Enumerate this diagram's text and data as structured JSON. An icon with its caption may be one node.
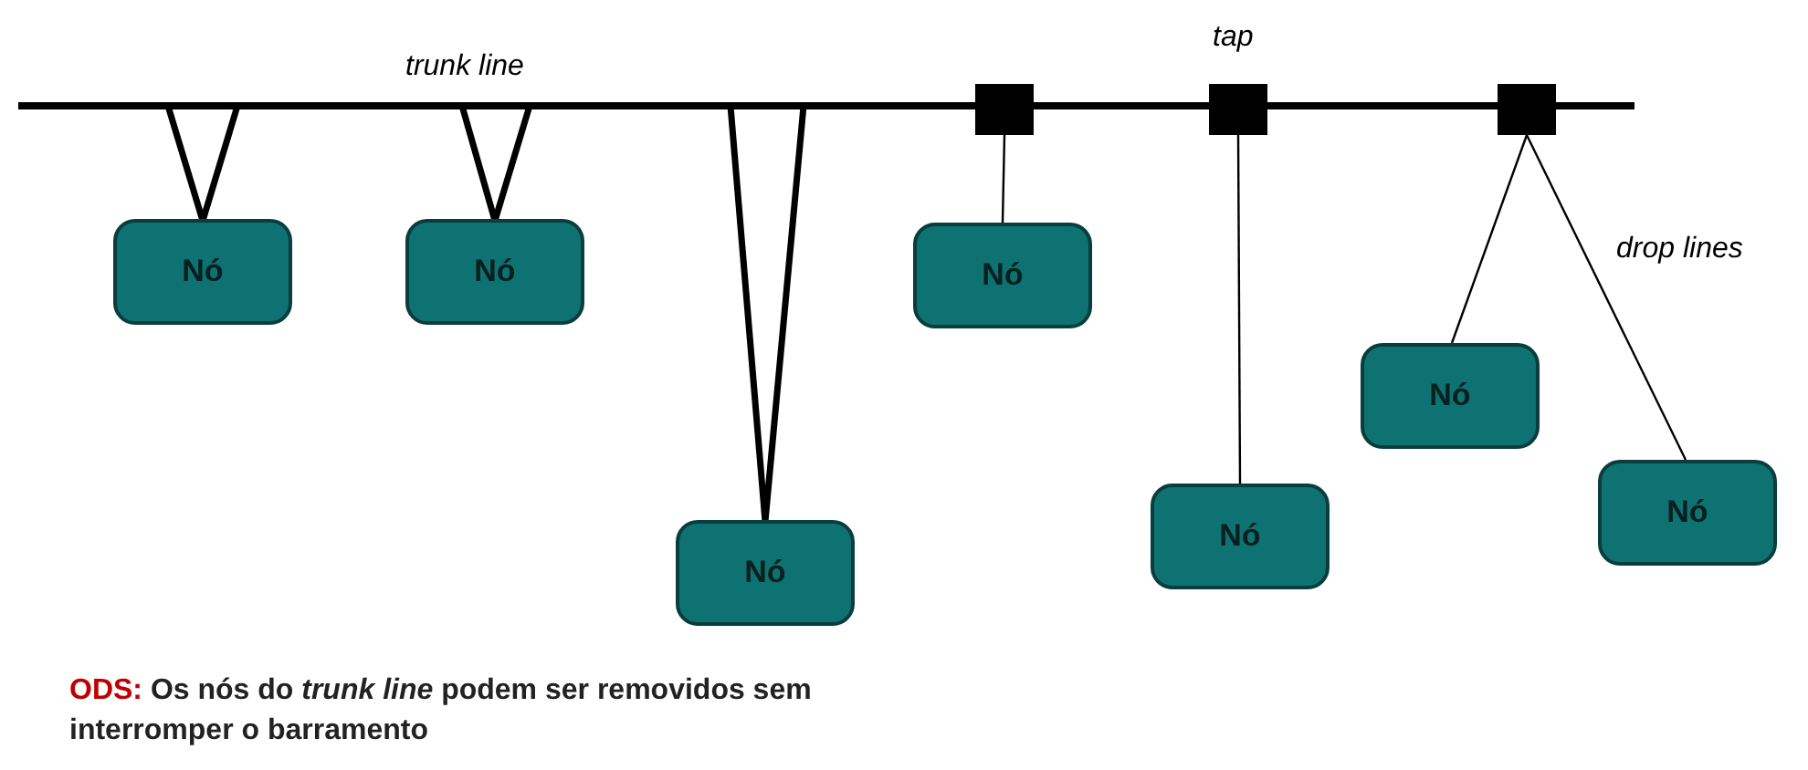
{
  "diagram": {
    "nodes": [
      {
        "text": [
          "Nó"
        ]
      },
      {
        "text": [
          "Nó"
        ]
      },
      {
        "text": [
          "Nó"
        ]
      },
      {
        "text": [],
        "shape": "box"
      },
      {
        "text": [
          "Nó"
        ]
      },
      {
        "text": [],
        "shape": "box"
      },
      {
        "text": [
          "Nó"
        ]
      },
      {
        "text": [],
        "shape": "box"
      },
      {
        "text": [
          "Nó"
        ]
      },
      {
        "text": [
          "Nó"
        ]
      },
      {
        "text": [],
        "shape": "line"
      }
    ],
    "edges": [
      {
        "from": 10,
        "to": 0,
        "arrow": "none",
        "style": "thick"
      },
      {
        "from": 10,
        "to": 1,
        "arrow": "none",
        "style": "thick"
      },
      {
        "from": 10,
        "to": 2,
        "arrow": "none",
        "style": "thick"
      },
      {
        "from": 3,
        "to": 4,
        "arrow": "none"
      },
      {
        "from": 5,
        "to": 6,
        "arrow": "none"
      },
      {
        "from": 7,
        "to": 8,
        "arrow": "none"
      },
      {
        "from": 7,
        "to": 9,
        "arrow": "none"
      }
    ],
    "labels": [
      "trunk line",
      "tap",
      "drop lines",
      "ODS:",
      "Os nós do *trunk line* podem ser removidos sem interromper o barramento"
    ]
  }
}
